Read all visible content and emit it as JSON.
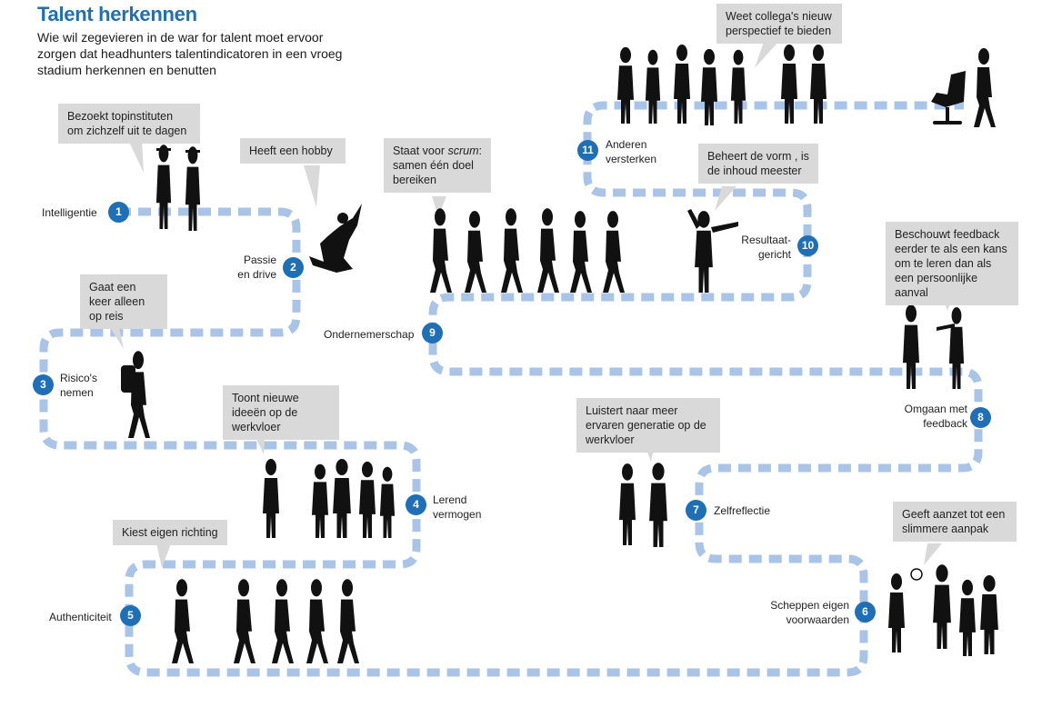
{
  "title": "Talent herkennen",
  "subtitle": "Wie wil zegevieren in de war for talent moet ervoor zorgen dat headhunters talentindicatoren in een vroeg stadium herkennen en benutten",
  "colors": {
    "accent": "#1e6fb5",
    "path": "#a9c4e6",
    "bubble": "#d9d9d9",
    "silhouette": "#111111"
  },
  "steps": [
    {
      "number": "1",
      "label": "Intelligentie",
      "bubble": "Bezoekt topinstituten om zichzelf uit te dagen"
    },
    {
      "number": "2",
      "label": "Passie en drive",
      "bubble": "Heeft een hobby"
    },
    {
      "number": "3",
      "label": "Risico's nemen",
      "bubble": "Gaat een keer alleen op reis"
    },
    {
      "number": "4",
      "label": "Lerend vermogen",
      "bubble": "Toont nieuwe ideeën op de werkvloer"
    },
    {
      "number": "5",
      "label": "Authenticiteit",
      "bubble": "Kiest eigen richting"
    },
    {
      "number": "6",
      "label": "Scheppen eigen voorwaarden",
      "bubble": "Geeft aanzet tot een slimmere aanpak"
    },
    {
      "number": "7",
      "label": "Zelfreflectie",
      "bubble": "Luistert naar meer ervaren generatie op de werkvloer"
    },
    {
      "number": "8",
      "label": "Omgaan met feedback",
      "bubble": "Beschouwt feedback eerder te als een kans om te leren dan als een persoonlijke aanval"
    },
    {
      "number": "9",
      "label": "Ondernemerschap",
      "bubble_pre": "Staat voor ",
      "bubble_em": "scrum",
      "bubble_post": ": samen één doel bereiken"
    },
    {
      "number": "10",
      "label": "Resultaat-gericht",
      "bubble": "Beheert de vorm , is de inhoud meester"
    },
    {
      "number": "11",
      "label": "Anderen versterken",
      "bubble": "Weet collega's nieuw perspectief te bieden"
    }
  ]
}
